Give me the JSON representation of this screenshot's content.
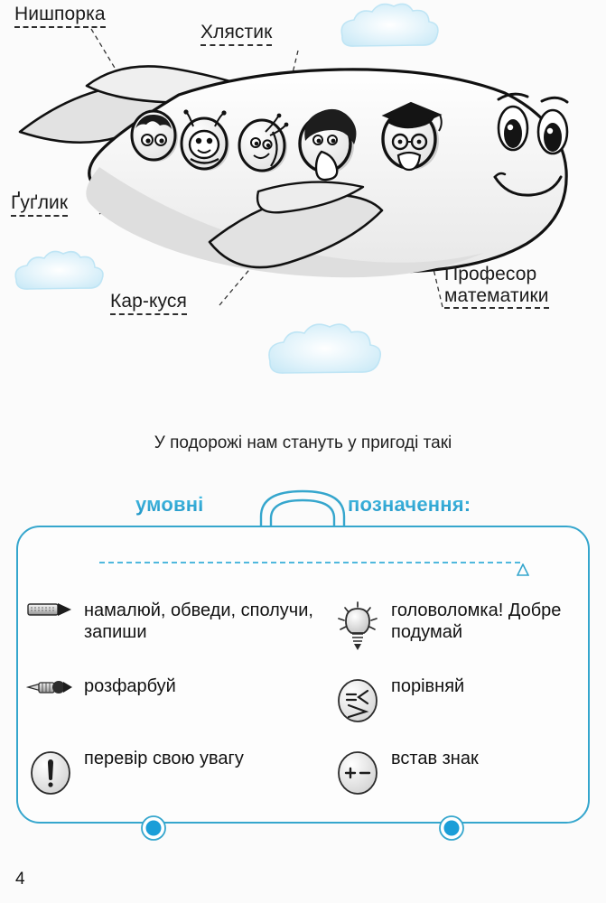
{
  "page": {
    "number": "4",
    "background_color": "#fbfbfb",
    "accent_color": "#35a6cd",
    "clasp_color": "#1b9ed8"
  },
  "illustration": {
    "name": "cartoon-airplane-with-characters",
    "labels": [
      {
        "id": "nyshporka",
        "text": "Нишпорка"
      },
      {
        "id": "khliastyk",
        "text": "Хлястик"
      },
      {
        "id": "guglyk",
        "text": "Ґуґлик"
      },
      {
        "id": "karkusia",
        "text": "Кар-куся"
      },
      {
        "id": "profesor",
        "line1": "Професор",
        "line2": "математики"
      }
    ],
    "windows": [
      {
        "id": "window-1",
        "character": "nyshporka-boy-face"
      },
      {
        "id": "window-2",
        "character": "guglyk-bug-face"
      },
      {
        "id": "window-3",
        "character": "khliastyk-snail-face"
      },
      {
        "id": "window-4",
        "character": "karkusia-bird-face"
      },
      {
        "id": "window-5",
        "character": "professor-face-with-graduation-cap"
      }
    ],
    "clouds": 3
  },
  "caption": {
    "text": "У подорожі нам стануть у пригоді такі"
  },
  "suitcase": {
    "title_left": "умовні",
    "title_right": "позначення:",
    "legend": [
      {
        "icon": "pencil-icon",
        "label": "намалюй, обведи, сполучи, запиши"
      },
      {
        "icon": "lightbulb-icon",
        "label": "головоломка! Добре подумай"
      },
      {
        "icon": "paintbrush-icon",
        "label": "розфарбуй"
      },
      {
        "icon": "compare-signs-icon",
        "label": "порівняй"
      },
      {
        "icon": "exclamation-circle-icon",
        "label": "перевір свою увагу"
      },
      {
        "icon": "plus-minus-circle-icon",
        "label": "встав знак"
      }
    ]
  }
}
